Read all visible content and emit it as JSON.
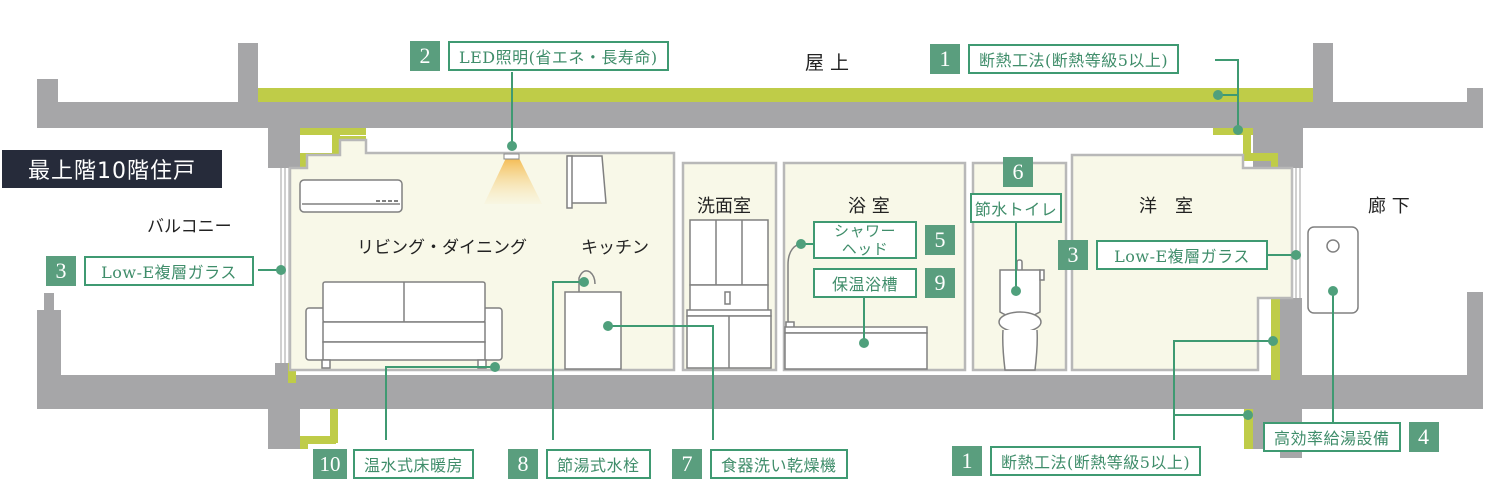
{
  "title": "最上階10階住戸",
  "colors": {
    "accent_green": "#5a9e7e",
    "label_border": "#3f9a72",
    "insulation": "#bfcc48",
    "concrete": "#a6a6a8",
    "room_fill": "#f8f8e8",
    "title_bg": "#262b3a"
  },
  "rooms": {
    "rooftop": "屋 上",
    "balcony": "バルコニー",
    "living_dining": "リビング・ダイニング",
    "kitchen": "キッチン",
    "washroom": "洗面室",
    "bathroom": "浴 室",
    "western_room": "洋　室",
    "corridor": "廊 下"
  },
  "features": [
    {
      "number": "2",
      "text": "LED照明(省エネ・長寿命)"
    },
    {
      "number": "1",
      "text": "断熱工法(断熱等級5以上)"
    },
    {
      "number": "3",
      "text": "Low-E複層ガラス"
    },
    {
      "number": "5",
      "text_line1": "シャワー",
      "text_line2": "ヘッド"
    },
    {
      "number": "9",
      "text": "保温浴槽"
    },
    {
      "number": "6",
      "text": "節水トイレ"
    },
    {
      "number": "3",
      "text": "Low-E複層ガラス"
    },
    {
      "number": "4",
      "text": "高効率給湯設備"
    },
    {
      "number": "10",
      "text": "温水式床暖房"
    },
    {
      "number": "8",
      "text": "節湯式水栓"
    },
    {
      "number": "7",
      "text": "食器洗い乾燥機"
    },
    {
      "number": "1",
      "text": "断熱工法(断熱等級5以上)"
    }
  ]
}
